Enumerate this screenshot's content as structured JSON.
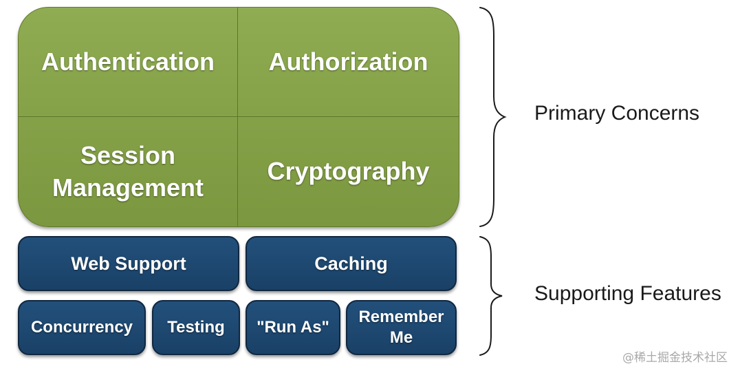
{
  "primary_concerns": {
    "authentication": "Authentication",
    "authorization": "Authorization",
    "session_management": [
      "Session",
      "Management"
    ],
    "cryptography": "Cryptography"
  },
  "supporting_features": {
    "web_support": "Web Support",
    "caching": "Caching",
    "concurrency": "Concurrency",
    "testing": "Testing",
    "run_as": "\"Run As\"",
    "remember_me": [
      "Remember",
      "Me"
    ]
  },
  "labels": {
    "primary": "Primary Concerns",
    "supporting": "Supporting Features"
  },
  "watermark": "@稀土掘金技术社区",
  "colors": {
    "primary_fill": "#84a147",
    "supporting_fill": "#1e4870",
    "text_on_box": "#ffffff",
    "label_text": "#1a1a1a"
  }
}
